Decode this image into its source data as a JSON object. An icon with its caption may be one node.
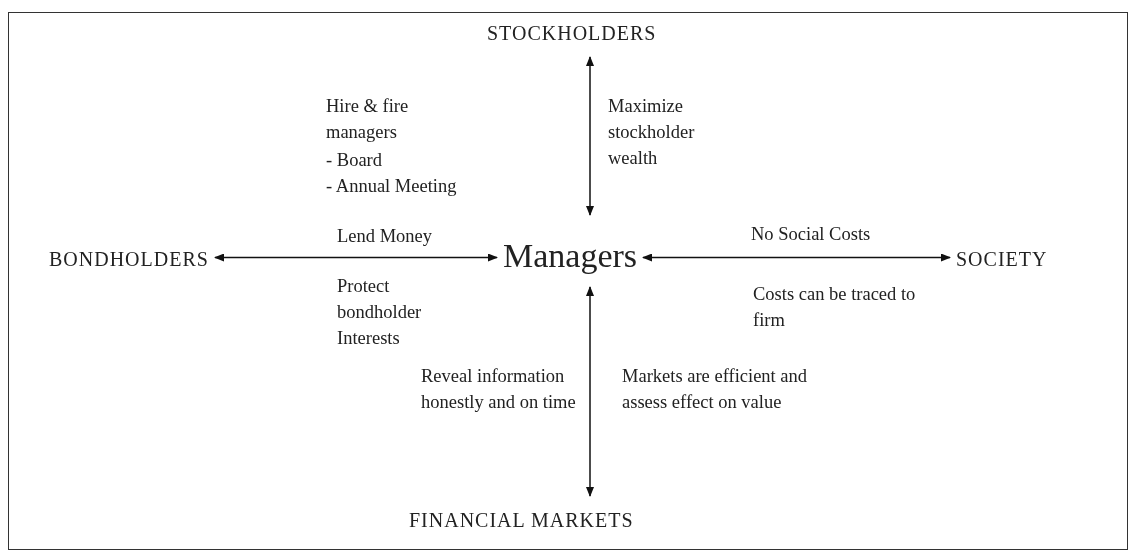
{
  "diagram": {
    "nodes": [
      {
        "text": [
          "STOCKHOLDERS"
        ]
      },
      {
        "text": [
          "BONDHOLDERS"
        ]
      },
      {
        "text": [
          "Managers"
        ]
      },
      {
        "text": [
          "SOCIETY"
        ]
      },
      {
        "text": [
          "FINANCIAL MARKETS"
        ]
      }
    ],
    "edges": [
      {
        "from": 2,
        "to": 0,
        "arrow": "both"
      },
      {
        "from": 1,
        "to": 2,
        "arrow": "both"
      },
      {
        "from": 2,
        "to": 3,
        "arrow": "both"
      },
      {
        "from": 2,
        "to": 4,
        "arrow": "both"
      }
    ],
    "labels": [
      "Hire & fire managers",
      "- Board",
      "- Annual Meeting",
      "Maximize stockholder wealth",
      "Lend Money",
      "No Social Costs",
      "Protect bondholder Interests",
      "Costs can be traced to firm",
      "Reveal information honestly and on time",
      "Markets are efficient and assess effect on value"
    ]
  }
}
